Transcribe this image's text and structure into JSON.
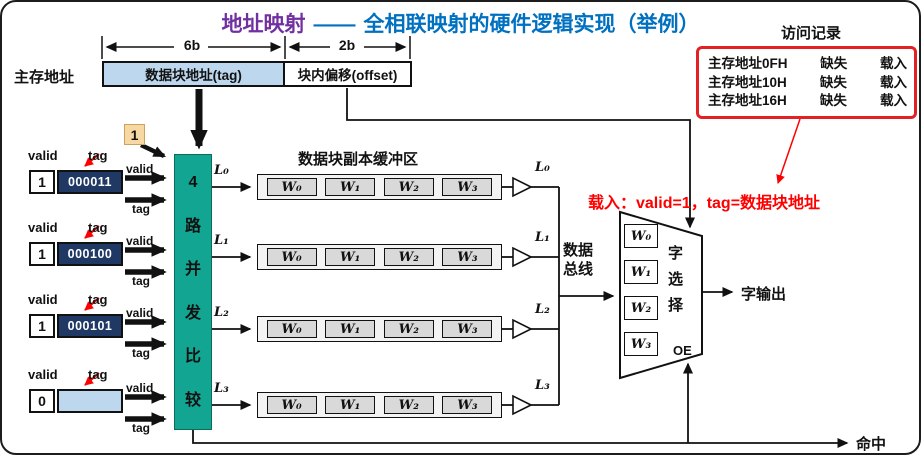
{
  "colors": {
    "title-purple": "#7030A0",
    "title-blue": "#0070C0",
    "log-red": "#E32124",
    "annotation-red": "#FF0000",
    "tag-navy": "#1F3864",
    "light-blue": "#BDD7EE",
    "comparator-teal": "#12A692",
    "word-gray": "#D9D9D9",
    "row-gray": "#F3F3F3",
    "const-tan": "#F8D8A2"
  },
  "title": {
    "part1": "地址映射",
    "part2": "——",
    "part3": "全相联映射的硬件逻辑实现（举例）"
  },
  "access_log": {
    "title": "访问记录",
    "rows": [
      {
        "addr": "主存地址0FH",
        "result": "缺失",
        "action": "载入"
      },
      {
        "addr": "主存地址10H",
        "result": "缺失",
        "action": "载入"
      },
      {
        "addr": "主存地址16H",
        "result": "缺失",
        "action": "载入"
      }
    ]
  },
  "address": {
    "label": "主存地址",
    "tag_field": "数据块地址(tag)",
    "offset_field": "块内偏移(offset)",
    "tag_width": "6b",
    "offset_width": "2b"
  },
  "const_one": "1",
  "comparator": {
    "chars": [
      "4",
      "路",
      "并",
      "发",
      "比",
      "较"
    ]
  },
  "cache": {
    "valid_label": "valid",
    "tag_label": "tag",
    "entries": [
      {
        "valid": "1",
        "tag": "000011"
      },
      {
        "valid": "1",
        "tag": "000100"
      },
      {
        "valid": "1",
        "tag": "000101"
      },
      {
        "valid": "0",
        "tag": ""
      }
    ]
  },
  "buffer": {
    "title": "数据块副本缓冲区",
    "words": [
      "W₀",
      "W₁",
      "W₂",
      "W₃"
    ],
    "line_labels": [
      "L₀",
      "L₁",
      "L₂",
      "L₃"
    ]
  },
  "bus": {
    "line1": "数据",
    "line2": "总线"
  },
  "word_select": {
    "inputs": [
      "W₀",
      "W₁",
      "W₂",
      "W₃"
    ],
    "chars": [
      "字",
      "选",
      "择"
    ],
    "oe": "OE"
  },
  "outputs": {
    "word": "字输出",
    "hit": "命中"
  },
  "annotation": "载入：valid=1，tag=数据块地址"
}
